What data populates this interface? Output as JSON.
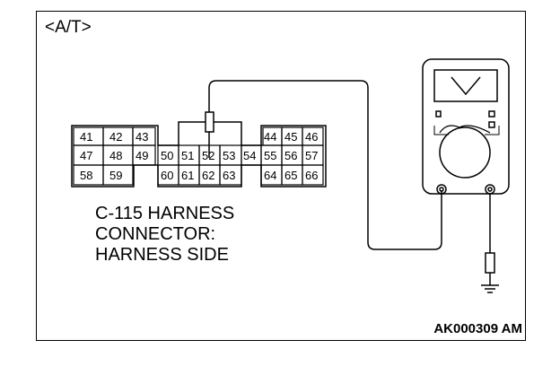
{
  "title": "<A/T>",
  "connector": {
    "name": "C-115 HARNESS",
    "line2": "CONNECTOR:",
    "line3": "HARNESS SIDE",
    "pins_row1": [
      "41",
      "42",
      "43",
      "44",
      "45",
      "46"
    ],
    "pins_row2": [
      "47",
      "48",
      "49",
      "50",
      "51",
      "52",
      "53",
      "54",
      "55",
      "56",
      "57"
    ],
    "pins_row3": [
      "58",
      "59",
      "60",
      "61",
      "62",
      "63",
      "64",
      "65",
      "66"
    ]
  },
  "figure_code": "AK000309 AM",
  "meter_mode_symbol": "V"
}
